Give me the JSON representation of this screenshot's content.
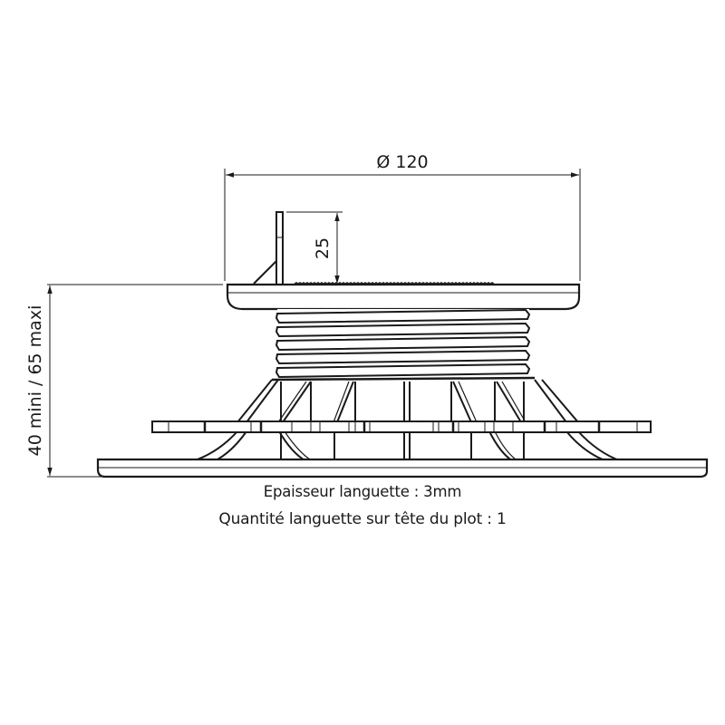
{
  "diagram": {
    "subject": "adjustable pedestal (plot) side view",
    "dimensions": {
      "diameter_label": "Ø 120",
      "tab_height_label": "25",
      "height_range_label": "40 mini / 65 maxi"
    },
    "captions": {
      "line1": "Epaisseur languette : 3mm",
      "line2": "Quantité languette sur tête du plot : 1"
    },
    "colors": {
      "line": "#1a1a1a",
      "background": "#ffffff"
    }
  }
}
